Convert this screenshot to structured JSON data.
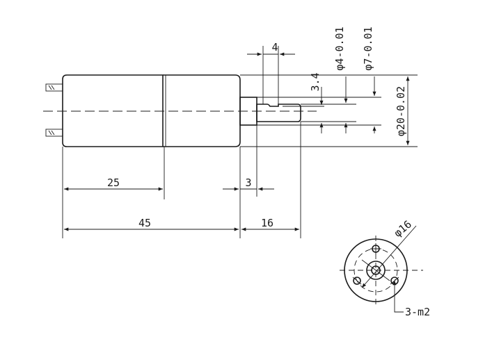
{
  "dimensions": {
    "gear_length": "25",
    "total_length": "45",
    "boss_length": "3",
    "shaft_length": "16",
    "flat_length": "4",
    "flat_depth": "3.4",
    "shaft_diameter": "φ4-0.01",
    "boss_diameter": "φ7-0.01",
    "body_diameter": "φ20-0.02",
    "bolt_circle_diameter": "φ16",
    "mount_holes": "3-m2"
  }
}
